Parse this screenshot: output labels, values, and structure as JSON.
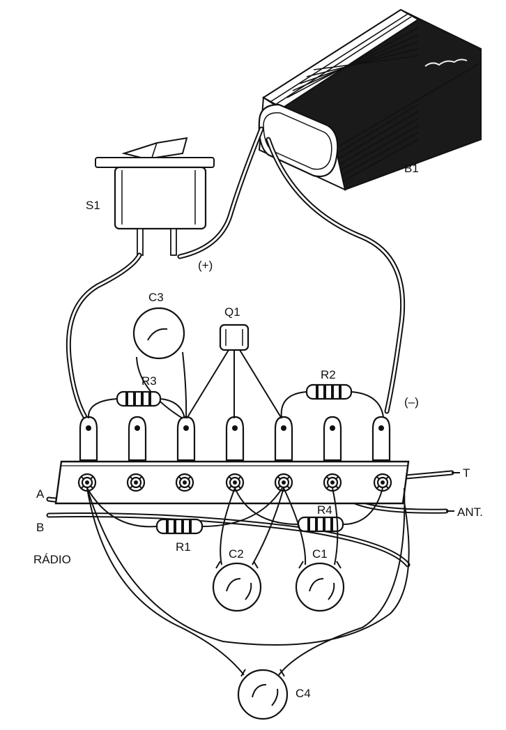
{
  "components": {
    "battery": "B1",
    "switch": "S1",
    "transistor": "Q1",
    "cap_c1": "C1",
    "cap_c2": "C2",
    "cap_c3": "C3",
    "cap_c4": "C4",
    "res_r1": "R1",
    "res_r2": "R2",
    "res_r3": "R3",
    "res_r4": "R4"
  },
  "terminals": {
    "plus": "(+)",
    "minus": "(–)",
    "a": "A",
    "b": "B",
    "radio": "RÁDIO",
    "t": "T",
    "ant": "ANT."
  }
}
